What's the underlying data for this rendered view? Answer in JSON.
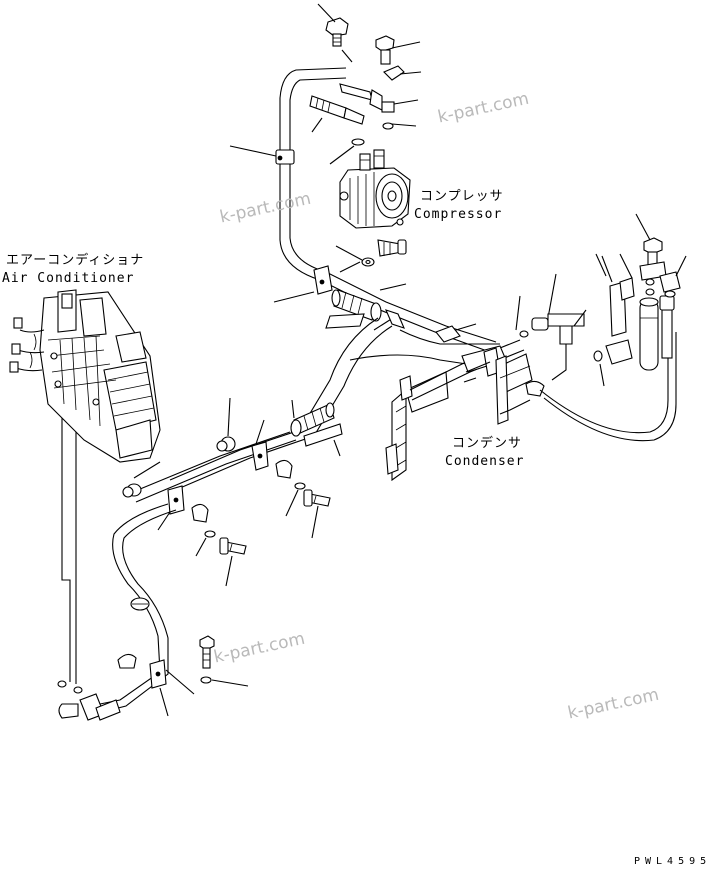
{
  "labels": {
    "air_conditioner_jp": "エアーコンディショナ",
    "air_conditioner_en": "Air Conditioner",
    "compressor_jp": "コンプレッサ",
    "compressor_en": "Compressor",
    "condenser_jp": "コンデンサ",
    "condenser_en": "Condenser"
  },
  "watermarks": [
    "k-part.com",
    "k-part.com",
    "k-part.com",
    "k-part.com"
  ],
  "drawing_code": "PWL4595"
}
